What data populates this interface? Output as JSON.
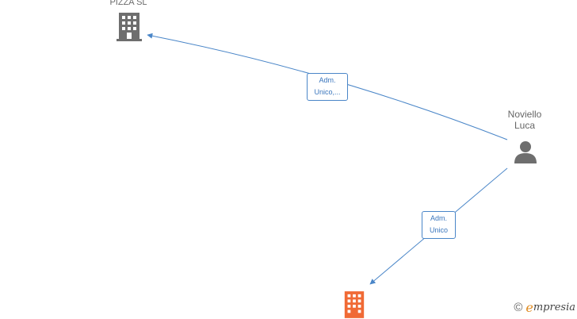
{
  "nodes": {
    "company_top": {
      "label": "PIZZA SL",
      "icon": "building-icon",
      "color": "#6e6e6e"
    },
    "person": {
      "label": "Noviello\nLuca",
      "icon": "person-icon",
      "color": "#6e6e6e"
    },
    "company_bottom": {
      "label": "",
      "icon": "building-icon",
      "color": "#f06a35"
    }
  },
  "edges": [
    {
      "from": "person",
      "to": "company_top",
      "label_line1": "Adm.",
      "label_line2": "Unico,..."
    },
    {
      "from": "person",
      "to": "company_bottom",
      "label_line1": "Adm.",
      "label_line2": "Unico"
    }
  ],
  "colors": {
    "edge": "#4a86c8"
  },
  "watermark": {
    "copyright": "©",
    "brand_initial": "e",
    "brand_rest": "mpresia"
  }
}
